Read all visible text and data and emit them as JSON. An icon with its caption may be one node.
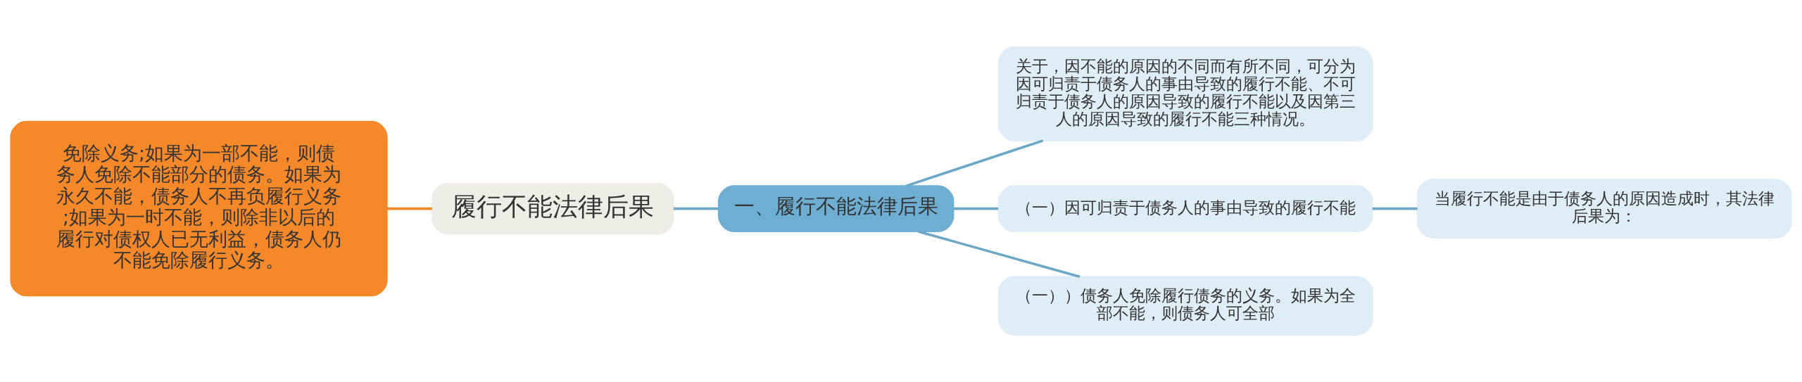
{
  "diagram": {
    "nodes": [
      {
        "text": [
          "免除义务;如果为一部不能，则债务人免除不能部分的债务。如果为永久不能，债务人不再负履行义务;如果为一时不能，则除非以后的履行对债权人已无利益，债务人仍不能免除履行义务。"
        ]
      },
      {
        "text": [
          "履行不能法律后果"
        ]
      },
      {
        "text": [
          "一、履行不能法律后果"
        ]
      },
      {
        "text": [
          "关于，因不能的原因的不同而有所不同，可分为因可归责于债务人的事由导致的履行不能、不可归责于债务人的原因导致的履行不能以及因第三人的原因导致的履行不能三种情况。"
        ]
      },
      {
        "text": [
          "（一）因可归责于债务人的事由导致的履行不能"
        ]
      },
      {
        "text": [
          "（一））债务人免除履行债务的义务。如果为全部不能，则债务人可全部"
        ]
      },
      {
        "text": [
          "当履行不能是由于债务人的原因造成时，其法律后果为："
        ]
      }
    ],
    "edges": [
      {
        "from": 0,
        "to": 1,
        "arrow": "none",
        "color": "#f08a24"
      },
      {
        "from": 1,
        "to": 2,
        "arrow": "none"
      },
      {
        "from": 2,
        "to": 3,
        "arrow": "none"
      },
      {
        "from": 2,
        "to": 4,
        "arrow": "none"
      },
      {
        "from": 2,
        "to": 5,
        "arrow": "none"
      },
      {
        "from": 4,
        "to": 6,
        "arrow": "none"
      }
    ]
  }
}
